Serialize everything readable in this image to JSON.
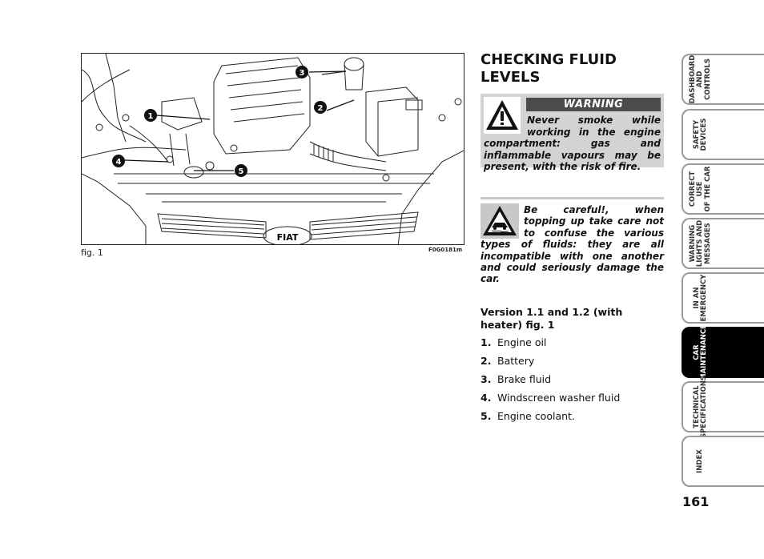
{
  "figure": {
    "caption": "fig. 1",
    "code": "F0G0181m",
    "callouts": [
      "1",
      "2",
      "3",
      "4",
      "5"
    ],
    "grille_logo": "FIAT"
  },
  "title": "CHECKING FLUID LEVELS",
  "warning": {
    "header": "WARNING",
    "text": "Never smoke while working in the engine compartment: gas and inflammable vapours may be present, with the risk of fire.",
    "icon": "exclamation-triangle-icon"
  },
  "caution": {
    "text": "Be careful!, when topping up take care not to confuse the various types of fluids: they are all incompatible with one another and could seriously damage the car.",
    "icon": "car-skid-icon"
  },
  "version": {
    "heading": "Version 1.1 and 1.2 (with heater) fig. 1",
    "items": [
      {
        "num": "1.",
        "label": "Engine oil"
      },
      {
        "num": "2.",
        "label": "Battery"
      },
      {
        "num": "3.",
        "label": "Brake fluid"
      },
      {
        "num": "4.",
        "label": "Windscreen washer fluid"
      },
      {
        "num": "5.",
        "label": "Engine coolant."
      }
    ]
  },
  "side_tabs": [
    {
      "label": "DASHBOARD\nAND CONTROLS",
      "active": false
    },
    {
      "label": "SAFETY\nDEVICES",
      "active": false
    },
    {
      "label": "CORRECT USE\nOF THE CAR",
      "active": false
    },
    {
      "label": "WARNING\nLIGHTS AND\nMESSAGES",
      "active": false
    },
    {
      "label": "IN AN\nEMERGENCY",
      "active": false
    },
    {
      "label": "CAR\nMAINTENANCE",
      "active": true
    },
    {
      "label": "TECHNICAL\nSPECIFICATIONS",
      "active": false
    },
    {
      "label": "INDEX",
      "active": false
    }
  ],
  "page_number": "161",
  "colors": {
    "tab_border": "#9a9a9a",
    "warning_bg": "#d3d3d3",
    "warning_header_bg": "#4b4b4b",
    "active_tab": "#000000"
  }
}
